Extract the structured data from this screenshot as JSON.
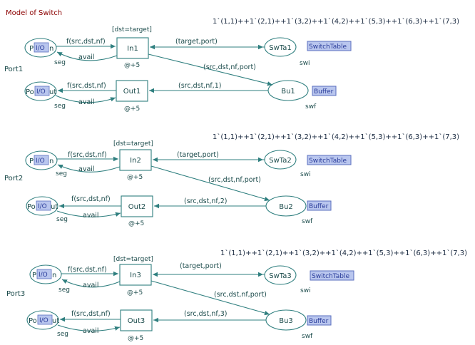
{
  "title": "Model of Switch",
  "colors": {
    "arc": "#2f7f7f",
    "title": "#8b0000",
    "tag_fill": "#b9c6ee",
    "tag_text": "#2a3c9a"
  },
  "icons": {
    "arrowhead": "arrow-icon"
  },
  "groups": [
    {
      "port_label": "Port1",
      "guard": "[dst=target]",
      "marking": "1`(1,1)++1`(2,1)++1`(3,2)++1`(4,2)++1`(5,3)++1`(6,3)++1`(7,3)",
      "in_place": {
        "prefix": "P",
        "tag": "I/O",
        "suffix": "n",
        "type": "seg"
      },
      "out_place": {
        "prefix": "Po",
        "tag": "I/O",
        "suffix": "ut",
        "type": "seg"
      },
      "in_trans": {
        "name": "In1",
        "delay": "@+5"
      },
      "out_trans": {
        "name": "Out1",
        "delay": "@+5"
      },
      "switch_place": {
        "name": "SwTa1",
        "tag": "SwitchTable",
        "type": "swi"
      },
      "buffer_place": {
        "name": "Bu1",
        "tag": "Buffer",
        "type": "swf"
      },
      "arcs": {
        "in_to_trans": "f(src,dst,nf)",
        "trans_to_in": "avail",
        "table": "(target,port)",
        "to_buffer": "(src,dst,nf,port)",
        "buffer_to_out": "(src,dst,nf,1)",
        "out_to_place": "f(src,dst,nf)",
        "place_to_out": "avail"
      }
    },
    {
      "port_label": "Port2",
      "guard": "[dst=target]",
      "marking": "1`(1,1)++1`(2,1)++1`(3,2)++1`(4,2)++1`(5,3)++1`(6,3)++1`(7,3)",
      "in_place": {
        "prefix": "P",
        "tag": "I/O",
        "suffix": "n",
        "type": "seg"
      },
      "out_place": {
        "prefix": "Po",
        "tag": "I/O",
        "suffix": "ut",
        "type": "seg"
      },
      "in_trans": {
        "name": "In2",
        "delay": "@+5"
      },
      "out_trans": {
        "name": "Out2",
        "delay": "@+5"
      },
      "switch_place": {
        "name": "SwTa2",
        "tag": "SwitchTable",
        "type": "swi"
      },
      "buffer_place": {
        "name": "Bu2",
        "tag": "Buffer",
        "type": "swf"
      },
      "arcs": {
        "in_to_trans": "f(src,dst,nf)",
        "trans_to_in": "avail",
        "table": "(target,port)",
        "to_buffer": "(src,dst,nf,port)",
        "buffer_to_out": "(src,dst,nf,2)",
        "out_to_place": "f(src,dst,nf)",
        "place_to_out": "avail"
      }
    },
    {
      "port_label": "Port3",
      "guard": "[dst=target]",
      "marking": "1`(1,1)++1`(2,1)++1`(3,2)++1`(4,2)++1`(5,3)++1`(6,3)++1`(7,3)",
      "in_place": {
        "prefix": "P",
        "tag": "I/O",
        "suffix": "n",
        "type": "seg"
      },
      "out_place": {
        "prefix": "Po",
        "tag": "I/O",
        "suffix": "ut",
        "type": "seg"
      },
      "in_trans": {
        "name": "In3",
        "delay": "@+5"
      },
      "out_trans": {
        "name": "Out3",
        "delay": "@+5"
      },
      "switch_place": {
        "name": "SwTa3",
        "tag": "SwitchTable",
        "type": "swi"
      },
      "buffer_place": {
        "name": "Bu3",
        "tag": "Buffer",
        "type": "swf"
      },
      "arcs": {
        "in_to_trans": "f(src,dst,nf)",
        "trans_to_in": "avail",
        "table": "(target,port)",
        "to_buffer": "(src,dst,nf,port)",
        "buffer_to_out": "(src,dst,nf,3)",
        "out_to_place": "f(src,dst,nf)",
        "place_to_out": "avail"
      }
    }
  ]
}
